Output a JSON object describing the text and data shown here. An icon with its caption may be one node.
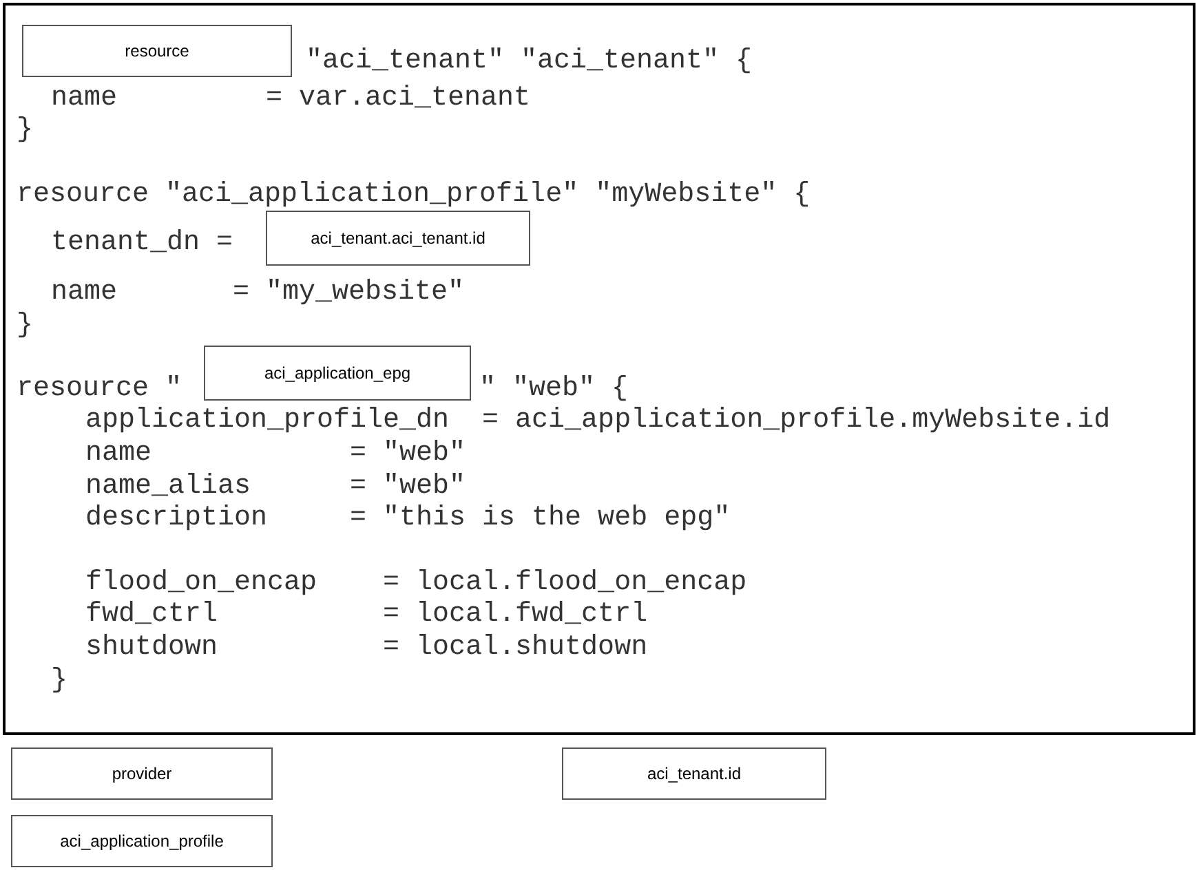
{
  "diagram": {
    "nodes": [
      {
        "text": [],
        "shape": "box"
      },
      {
        "text": [
          "resource"
        ],
        "in": 0
      },
      {
        "text": [
          "aci_tenant.aci_tenant.id"
        ],
        "in": 0
      },
      {
        "text": [
          "aci_application_epg"
        ],
        "in": 0
      },
      {
        "text": [
          "provider"
        ]
      },
      {
        "text": [
          "aci_tenant.id"
        ]
      },
      {
        "text": [
          "aci_application_profile"
        ]
      }
    ],
    "labels": [
      "\"aci_tenant\" \"aci_tenant\" {",
      "name         = var.aci_tenant",
      "}",
      "resource \"aci_application_profile\" \"myWebsite\" {",
      "tenant_dn =",
      "name       = \"my_website\"",
      "}",
      "resource \"",
      "\" \"web\" {",
      "application_profile_dn  = aci_application_profile.myWebsite.id",
      "name            = \"web\"",
      "name_alias      = \"web\"",
      "description     = \"this is the web epg\"",
      "flood_on_encap    = local.flood_on_encap",
      "fwd_ctrl          = local.fwd_ctrl",
      "shutdown          = local.shutdown",
      "}"
    ]
  }
}
